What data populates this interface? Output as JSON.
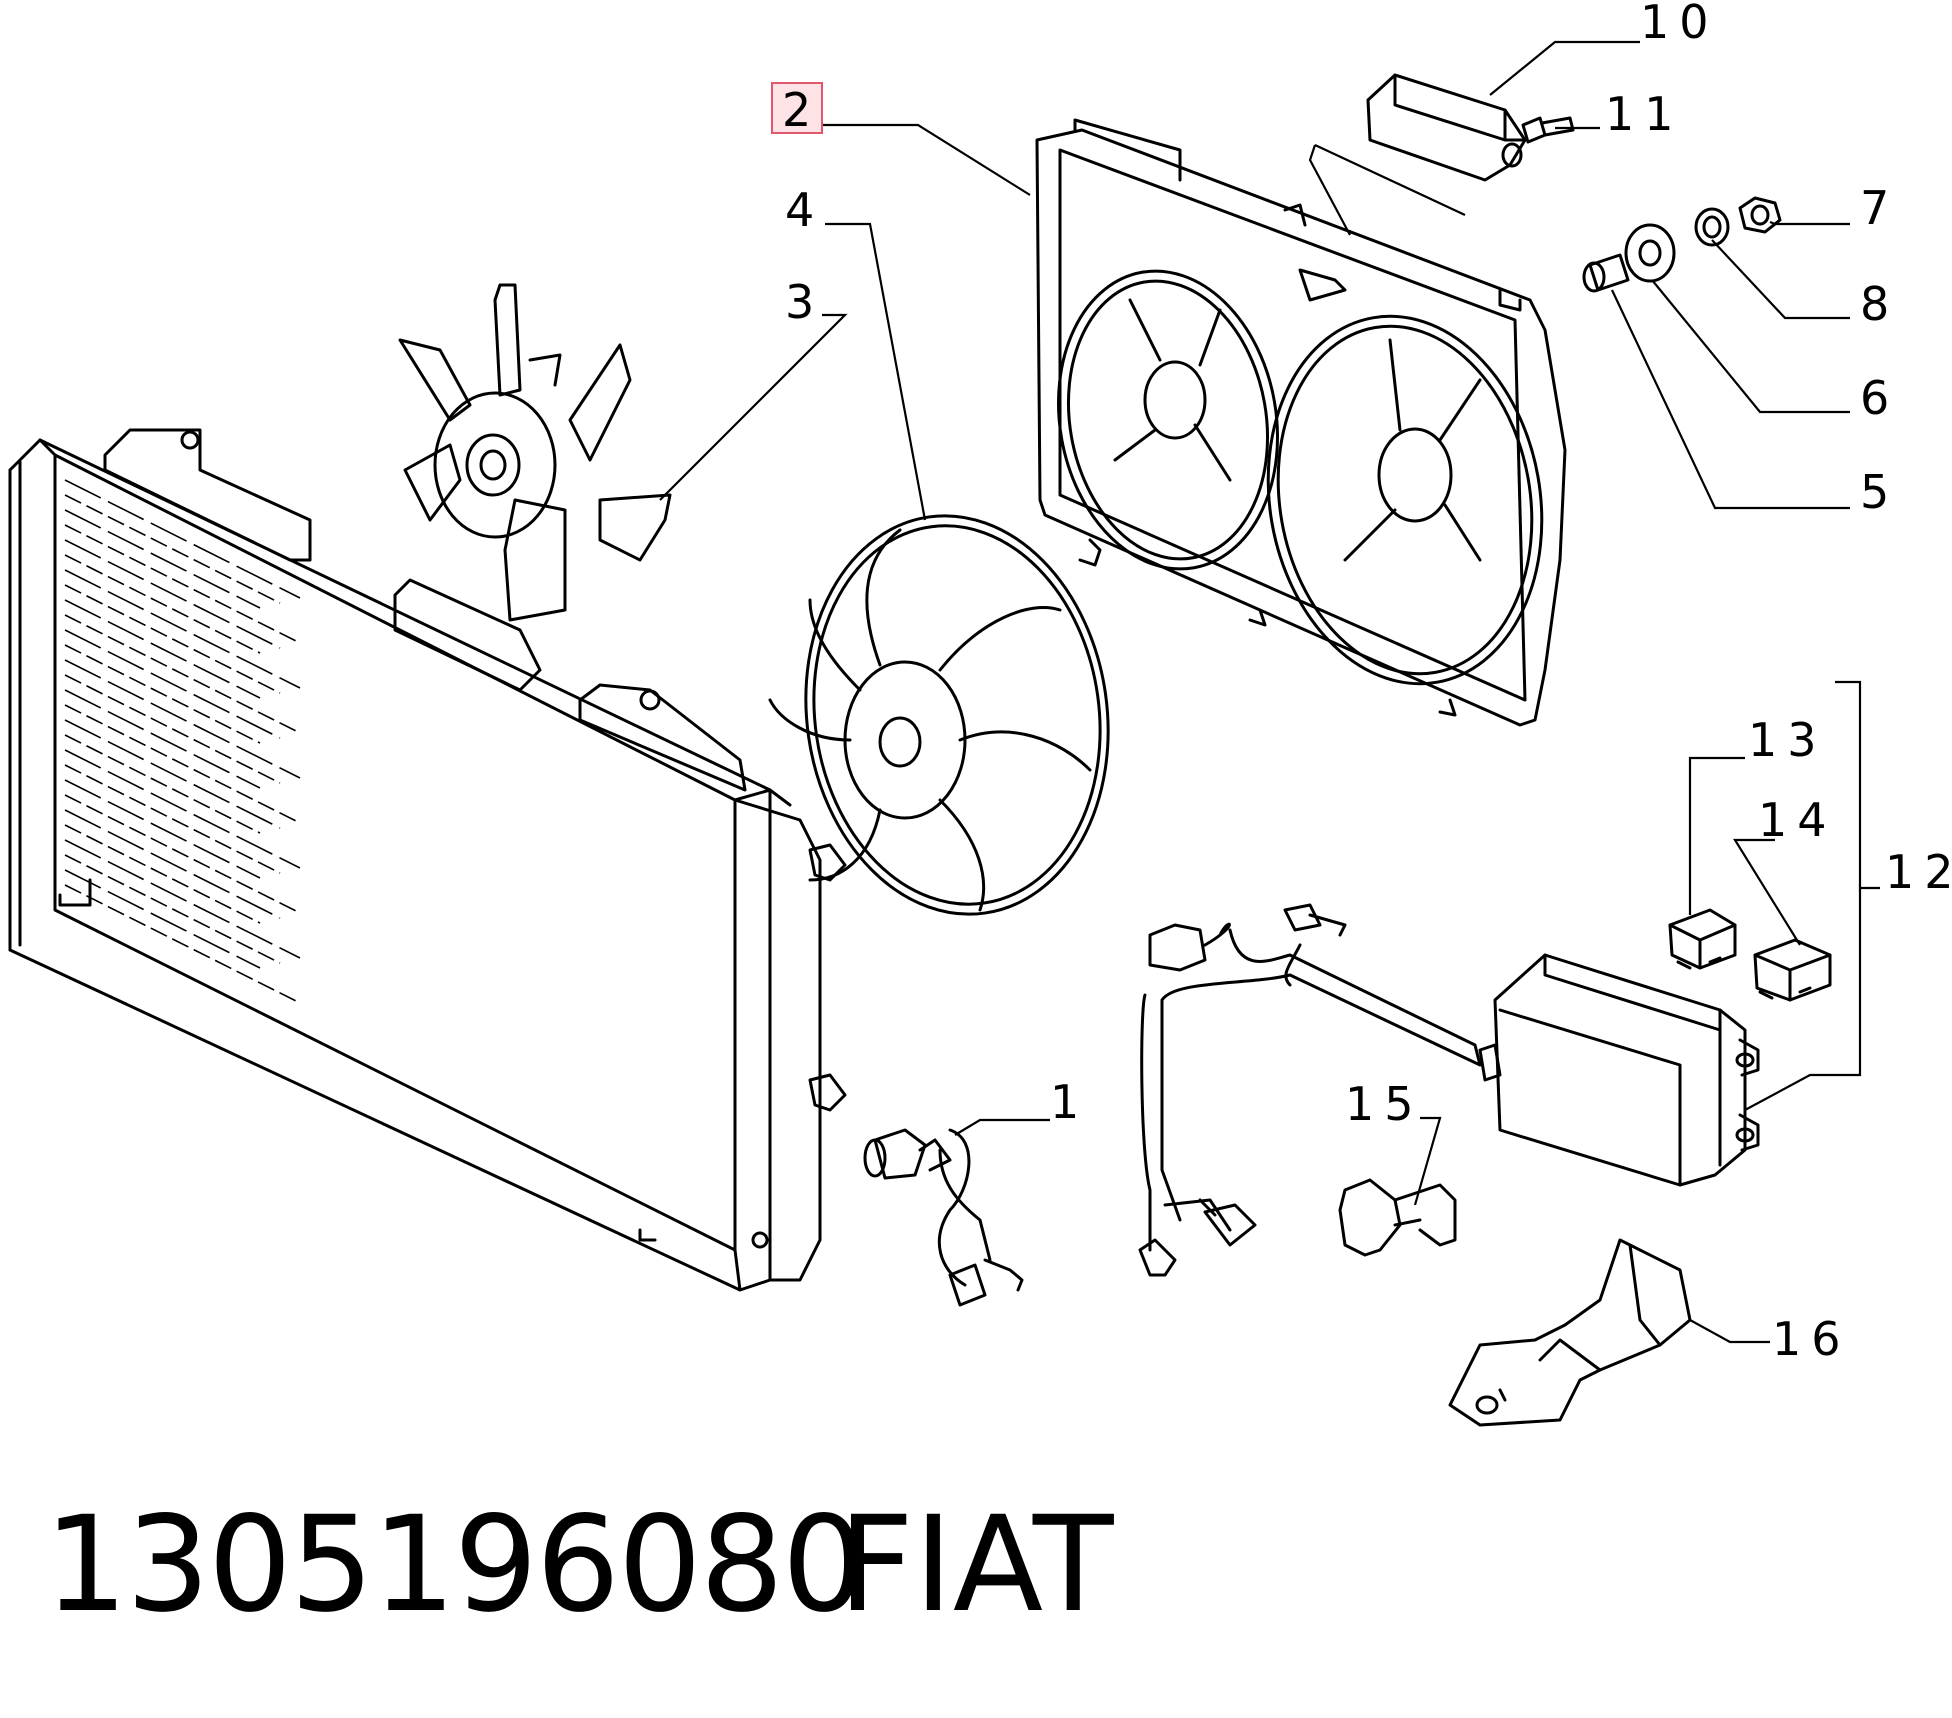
{
  "callouts": [
    {
      "id": "1",
      "label": "1"
    },
    {
      "id": "2",
      "label": "2",
      "highlighted": true
    },
    {
      "id": "3",
      "label": "3"
    },
    {
      "id": "4",
      "label": "4"
    },
    {
      "id": "5",
      "label": "5"
    },
    {
      "id": "6",
      "label": "6"
    },
    {
      "id": "7",
      "label": "7"
    },
    {
      "id": "8",
      "label": "8"
    },
    {
      "id": "10",
      "label": "10"
    },
    {
      "id": "11",
      "label": "11"
    },
    {
      "id": "12",
      "label": "12"
    },
    {
      "id": "13",
      "label": "13"
    },
    {
      "id": "14",
      "label": "14"
    },
    {
      "id": "15",
      "label": "15"
    },
    {
      "id": "16",
      "label": "16"
    }
  ],
  "footer": {
    "part_number": "1305196080",
    "brand": "FIAT"
  },
  "colors": {
    "highlight_fill": "#fde3e6",
    "highlight_stroke": "#e0566a",
    "highlight_text": "#7a5a62",
    "line": "#000000"
  }
}
